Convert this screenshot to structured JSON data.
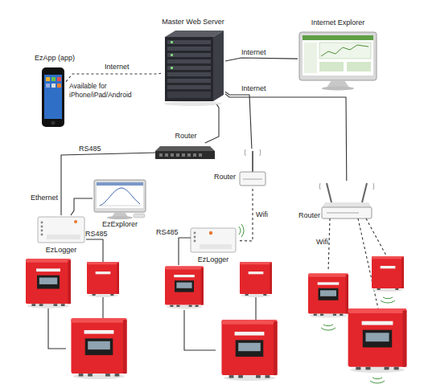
{
  "diagram": {
    "nodes": [
      {
        "text": [
          "Master Web Server"
        ]
      },
      {
        "text": [
          "Internet Explorer"
        ]
      },
      {
        "text": [
          "EzApp (app)",
          "Available for iPhone/iPad/Android"
        ]
      },
      {
        "text": [
          "Router"
        ]
      },
      {
        "text": [
          "Router"
        ]
      },
      {
        "text": [
          "Router"
        ]
      },
      {
        "text": [
          "EzExplorer"
        ]
      },
      {
        "text": [
          "EzLogger"
        ]
      },
      {
        "text": [
          "EzLogger"
        ]
      }
    ],
    "edges": [
      {
        "from": 2,
        "to": 0,
        "label": "Internet",
        "arrow": "none"
      },
      {
        "from": 0,
        "to": 1,
        "label": "Internet",
        "arrow": "none"
      },
      {
        "from": 0,
        "to": 3,
        "arrow": "none"
      },
      {
        "from": 0,
        "to": 4,
        "label": "Internet",
        "arrow": "none"
      },
      {
        "from": 0,
        "to": 5,
        "arrow": "none"
      },
      {
        "from": 3,
        "to": 7,
        "label": "RS485",
        "arrow": "none"
      },
      {
        "from": 6,
        "to": 7,
        "label": "Ethernet",
        "arrow": "none"
      },
      {
        "from": 4,
        "to": 8,
        "label": "Wifi",
        "arrow": "none"
      }
    ],
    "labels": [
      "RS485",
      "RS485",
      "Wifi"
    ]
  }
}
